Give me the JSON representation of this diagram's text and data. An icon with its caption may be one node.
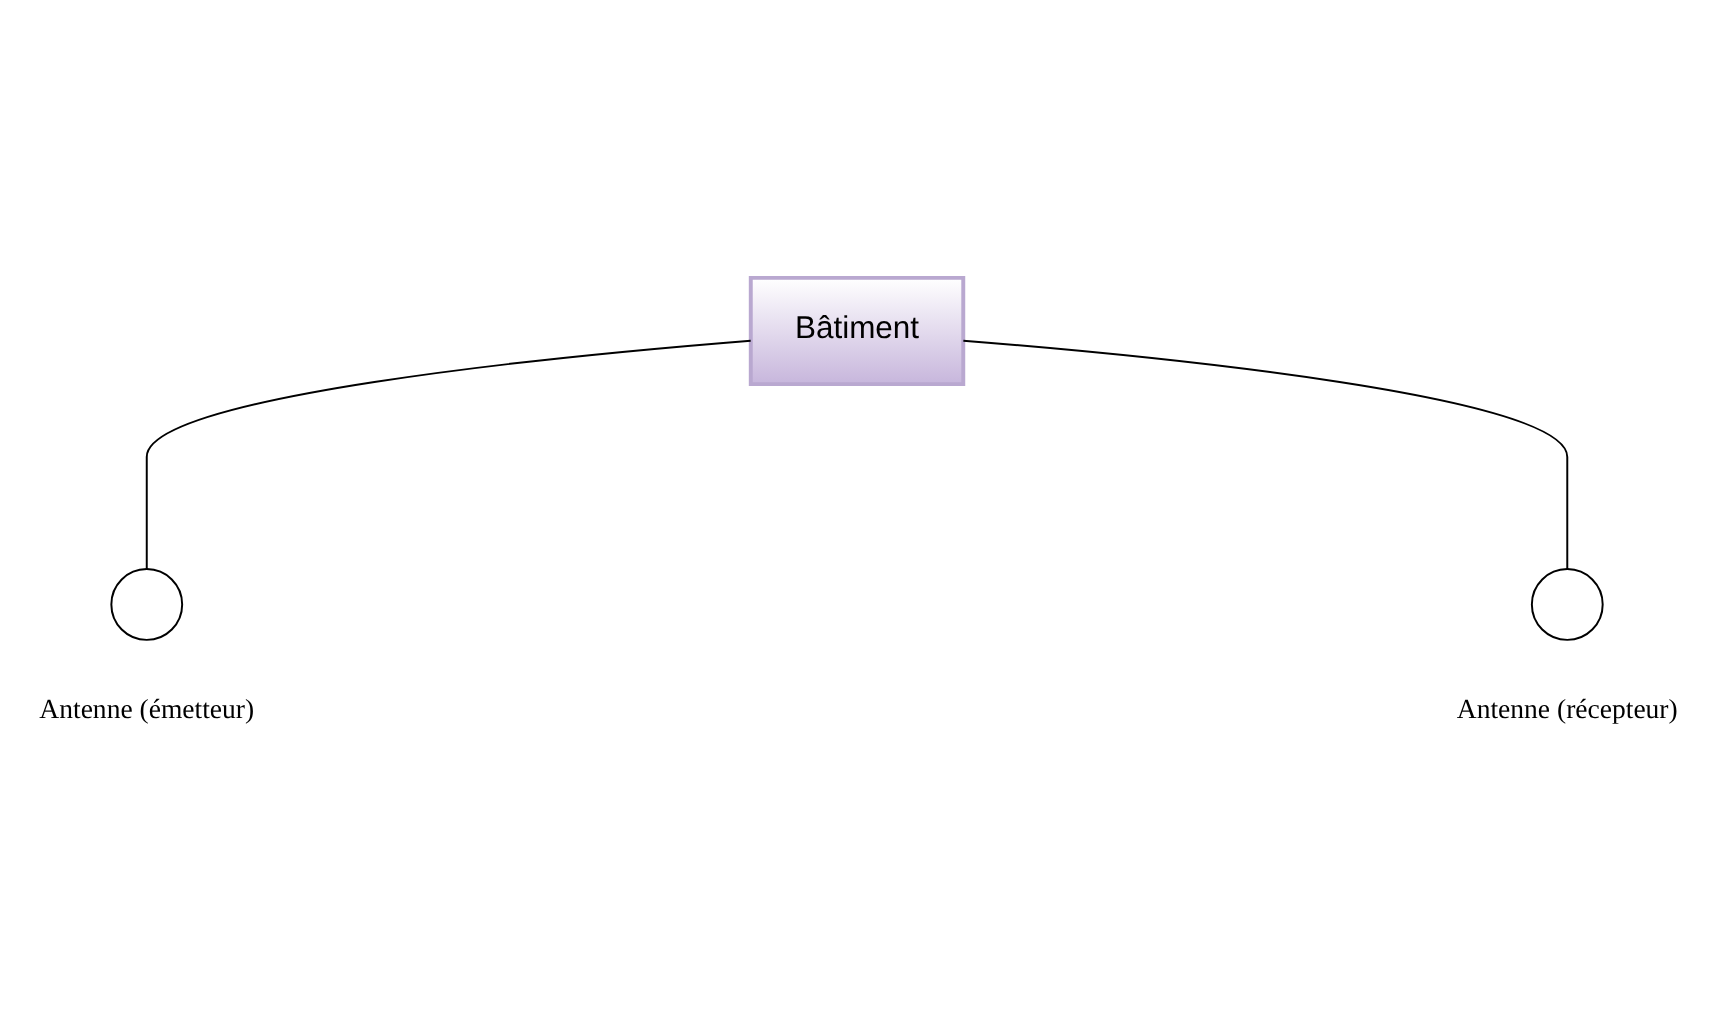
{
  "diagram": {
    "nodes": [
      {
        "text": [
          "Bâtiment"
        ]
      },
      {
        "text": [],
        "shape": "circle",
        "beside": [
          "Antenne (émetteur)"
        ]
      },
      {
        "text": [],
        "shape": "circle",
        "beside": [
          "Antenne (récepteur)"
        ]
      }
    ],
    "edges": [
      {
        "from": 0,
        "to": 1,
        "arrow": "none"
      },
      {
        "from": 0,
        "to": 2,
        "arrow": "none"
      }
    ]
  }
}
